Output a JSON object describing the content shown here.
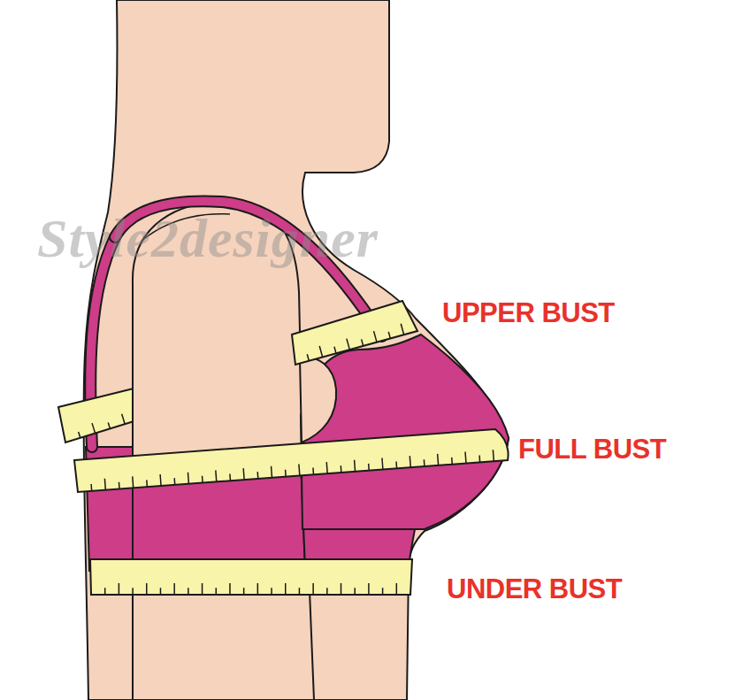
{
  "diagram": {
    "labels": [
      "Style2designer",
      "UPPER BUST",
      "FULL BUST",
      "UNDER BUST"
    ]
  }
}
